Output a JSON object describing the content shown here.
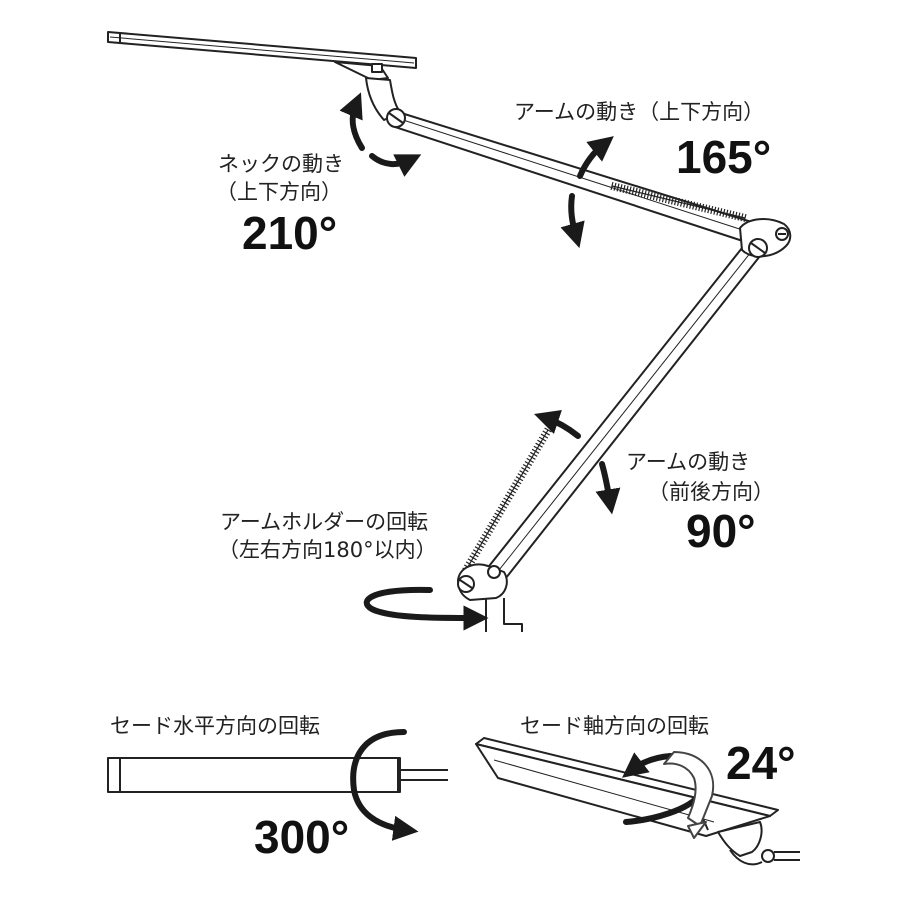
{
  "annotations": {
    "neck": {
      "title": "ネックの動き",
      "direction": "（上下方向）",
      "angle": "210°"
    },
    "arm_vertical": {
      "title": "アームの動き（上下方向）",
      "angle": "165°"
    },
    "arm_forward": {
      "title": "アームの動き",
      "direction": "（前後方向）",
      "angle": "90°"
    },
    "holder": {
      "title": "アームホルダーの回転",
      "direction": "（左右方向180°以内）"
    },
    "shade_horizontal": {
      "title": "セード水平方向の回転",
      "angle": "300°"
    },
    "shade_axis": {
      "title": "セード軸方向の回転",
      "angle": "24°"
    }
  },
  "colors": {
    "line": "#222222",
    "arrow": "#1a1a1a",
    "fill": "#ffffff"
  }
}
